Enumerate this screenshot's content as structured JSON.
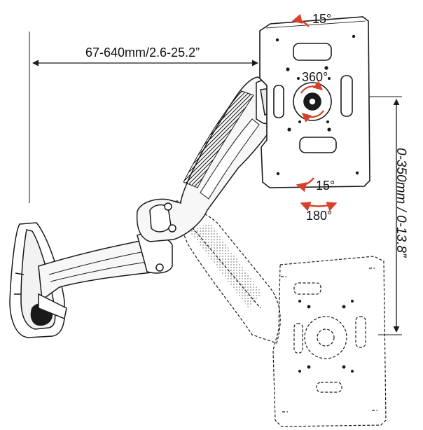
{
  "labels": {
    "width_range": "67-640mm/2.6-25.2”",
    "tilt_top": "15°",
    "rotation": "360°",
    "tilt_bottom": "15°",
    "swivel": "180°",
    "height_range": "0-350mm / 0-13.8”"
  },
  "colors": {
    "line": "#1a1a1a",
    "rotation_arrow": "#d9402b",
    "background": "#ffffff"
  }
}
